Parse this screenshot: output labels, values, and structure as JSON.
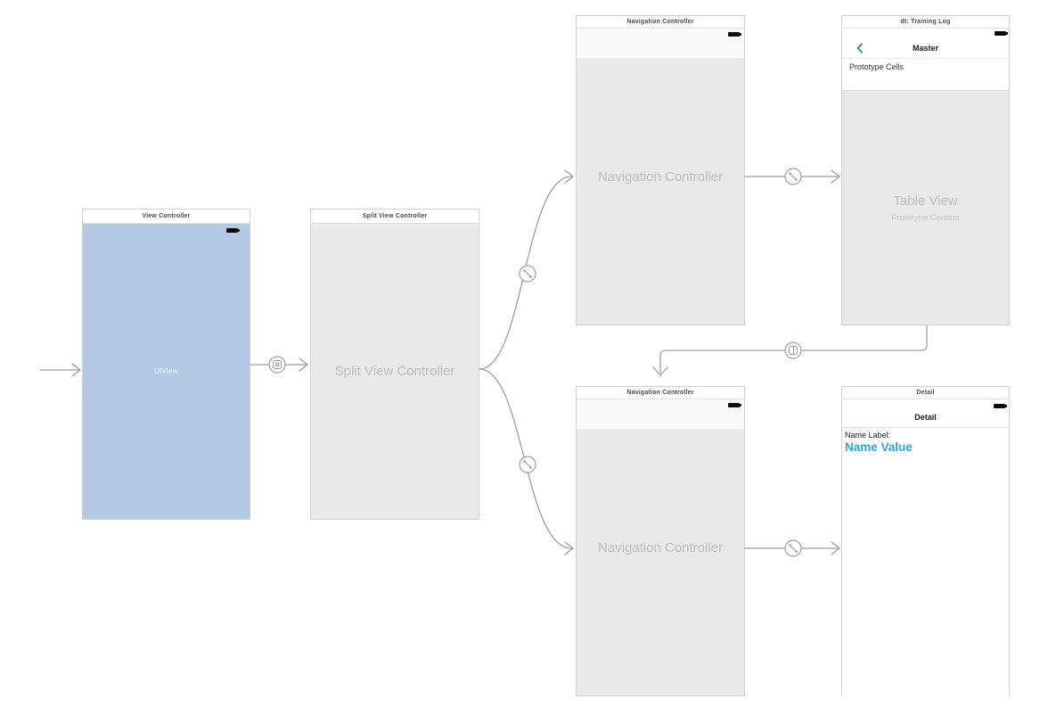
{
  "colors": {
    "canvas_bg": "#ffffff",
    "line_gray": "#9e9e9e",
    "scene_border": "#d2d2d2",
    "title_text": "#4a4a4a",
    "blue_view": "#b3cae6",
    "blue_view_label": "#e3ecf7",
    "gray_view": "#e9e9e9",
    "navbar_bg": "#fafafa",
    "placeholder_text": "#bdbdbd",
    "placeholder_subtext": "#c6c6c6",
    "chevron_green": "#3fa34d",
    "value_blue": "#29a9e2",
    "dark_text": "#1a1a1a"
  },
  "scenes": {
    "view_controller": {
      "title": "View Controller",
      "view_label": "UIView"
    },
    "split_view_controller": {
      "title": "Split View Controller",
      "placeholder": "Split View Controller"
    },
    "navigation_controller_top": {
      "title": "Navigation Controller",
      "placeholder": "Navigation Controller"
    },
    "master": {
      "title": "dt: Training Log",
      "nav_title": "Master",
      "section_header": "Prototype Cells",
      "table_placeholder_title": "Table View",
      "table_placeholder_subtitle": "Prototype Content"
    },
    "navigation_controller_bottom": {
      "title": "Navigation Controller",
      "placeholder": "Navigation Controller"
    },
    "detail": {
      "title": "Detail",
      "nav_title": "Detail",
      "name_label": "Name Label:",
      "name_value": "Name Value"
    }
  },
  "icons": {
    "battery": "battery-icon",
    "back_chevron": "chevron-left-icon",
    "relationship_segue": "link-diagonal-icon",
    "embed_segue": "rounded-square-icon",
    "show_detail_segue": "split-square-icon",
    "entry_arrow": "open-arrow-icon"
  }
}
